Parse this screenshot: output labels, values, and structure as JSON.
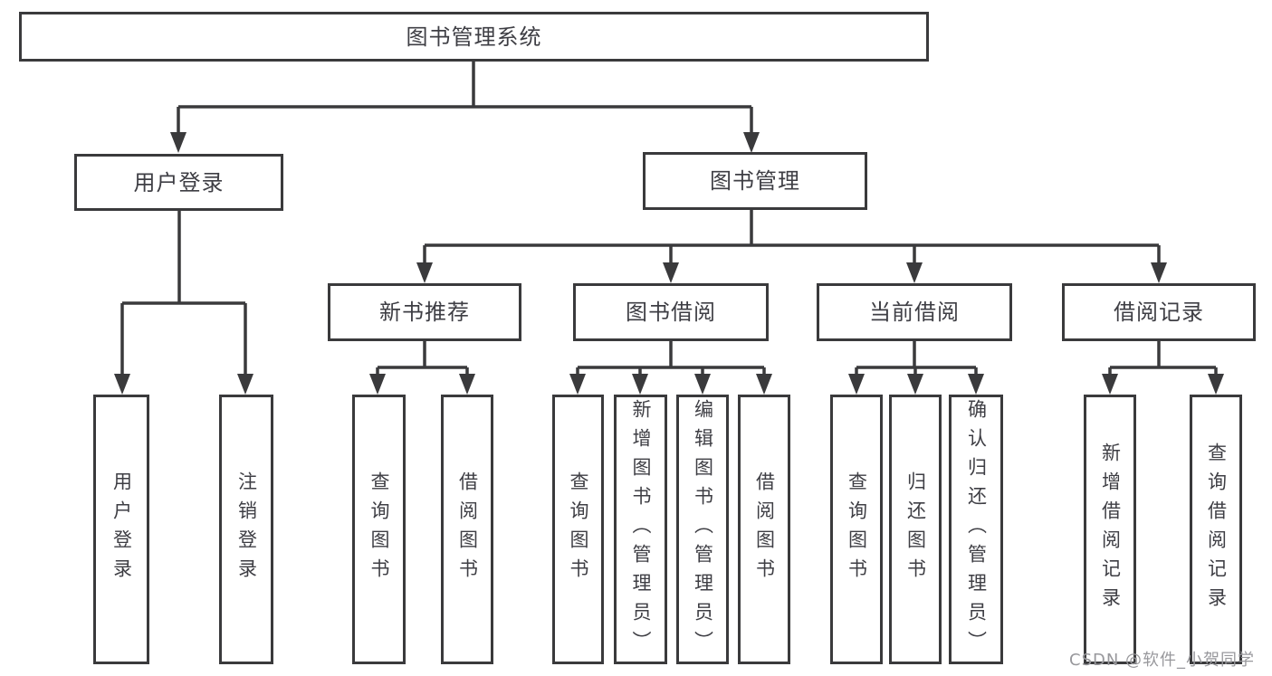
{
  "diagram": {
    "nodes": {
      "root": "图书管理系统",
      "user_login": "用户登录",
      "book_mgmt": "图书管理",
      "new_book_rec": "新书推荐",
      "book_borrow": "图书借阅",
      "current_borrow": "当前借阅",
      "borrow_records": "借阅记录",
      "ul_user_login": "用户登录",
      "ul_logout": "注销登录",
      "nb_query_books": "查询图书",
      "nb_borrow_books": "借阅图书",
      "bb_query_books": "查询图书",
      "bb_add_books": "新增图书（管理员）",
      "bb_edit_books": "编辑图书（管理员）",
      "bb_borrow_books": "借阅图书",
      "cb_query_books": "查询图书",
      "cb_return_books": "归还图书",
      "cb_confirm_return": "确认归还（管理员）",
      "br_add_record": "新增借阅记录",
      "br_query_record": "查询借阅记录"
    },
    "hierarchy": {
      "图书管理系统": {
        "用户登录": [
          "用户登录",
          "注销登录"
        ],
        "图书管理": {
          "新书推荐": [
            "查询图书",
            "借阅图书"
          ],
          "图书借阅": [
            "查询图书",
            "新增图书（管理员）",
            "编辑图书（管理员）",
            "借阅图书"
          ],
          "当前借阅": [
            "查询图书",
            "归还图书",
            "确认归还（管理员）"
          ],
          "借阅记录": [
            "新增借阅记录",
            "查询借阅记录"
          ]
        }
      }
    },
    "watermark": "CSDN @软件_小贺同学",
    "colors": {
      "line": "#3a3a3c",
      "text": "#3e3e44",
      "box_background": "#ffffff",
      "watermark": "#98989c"
    }
  }
}
